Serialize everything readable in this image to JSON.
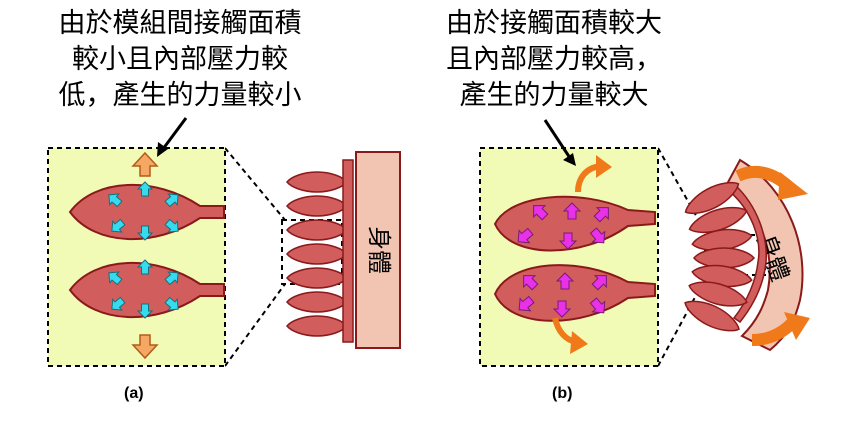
{
  "panel_a": {
    "caption": [
      "由於模組間接觸面積",
      "較小且內部壓力較",
      "低，產生的力量較小"
    ],
    "body_label": "身體",
    "label": "(a)"
  },
  "panel_b": {
    "caption": [
      "由於接觸面積較大",
      "且內部壓力較高，",
      "產生的力量較大"
    ],
    "body_label": "身體",
    "label": "(b)"
  },
  "colors": {
    "inset_bg": "#f2fbb6",
    "muscle_fill": "#d25d5d",
    "muscle_stroke": "#8a1a1a",
    "body_fill": "#f1c5b1",
    "arrow_cyan": "#35dcef",
    "arrow_magenta": "#e831e8",
    "arrow_orange": "#f07a1a",
    "arrow_orange_light": "#f5a864"
  }
}
